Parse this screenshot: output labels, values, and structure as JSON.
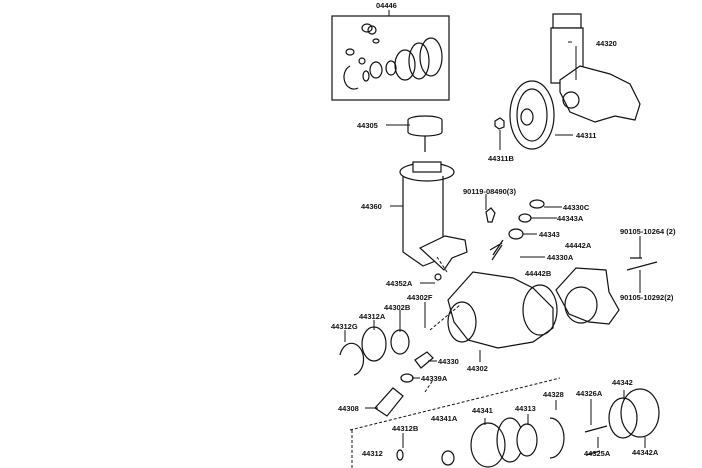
{
  "diagram": {
    "title": "Power steering pump exploded parts diagram",
    "labels": {
      "kit": "04446",
      "pump_assy": "44320",
      "cap": "44305",
      "pulley": "44311",
      "nut": "44311B",
      "reservoir": "44360",
      "bolt_res": "90119-08490(3)",
      "o_ring_c": "44330C",
      "o_ring_343a": "44343A",
      "fitting": "44343",
      "bolt_top": "90105-10264 (2)",
      "bracket": "44442A",
      "spring": "44330A",
      "gasket": "44442B",
      "o_ring_352a": "44352A",
      "plug": "44302F",
      "seal": "44302B",
      "bearing": "44312A",
      "snap_ring": "44312G",
      "valve": "44330",
      "housing": "44302",
      "o_ring_339a": "44339A",
      "union": "44308",
      "pin": "44312B",
      "plate_seal": "44341A",
      "side_plate": "44341",
      "rotor": "44313",
      "cam_ring": "44328",
      "vane": "44326A",
      "rear_housing": "44342",
      "rear_gasket": "44342A",
      "pin2": "44325A",
      "shaft": "44312",
      "bolt_bottom": "90105-10292(2)"
    }
  }
}
